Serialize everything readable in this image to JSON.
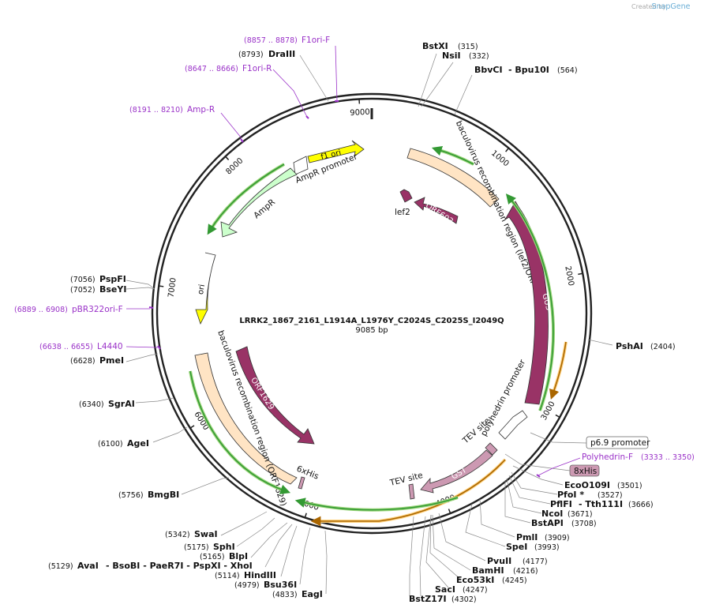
{
  "credit": {
    "prefix": "Created by",
    "brand": "SnapGene"
  },
  "plasmid": {
    "name": "LRRK2_1867_2161_L1914A_L1976Y_C2024S_C2025S_I2049Q",
    "size_label": "9085 bp",
    "length": 9085
  },
  "ticks": [
    {
      "bp": 1000,
      "label": "1000"
    },
    {
      "bp": 2000,
      "label": "2000"
    },
    {
      "bp": 3000,
      "label": "3000"
    },
    {
      "bp": 4000,
      "label": "4000"
    },
    {
      "bp": 5000,
      "label": "5000"
    },
    {
      "bp": 6000,
      "label": "6000"
    },
    {
      "bp": 7000,
      "label": "7000"
    },
    {
      "bp": 8000,
      "label": "8000"
    },
    {
      "bp": 9000,
      "label": "9000"
    }
  ],
  "sites": [
    {
      "name": "BstXI",
      "pos": "(315)"
    },
    {
      "name": "NsiI",
      "pos": "(332)"
    },
    {
      "name": "BbvCI",
      "extra": "- Bpu10I",
      "pos": "(564)"
    },
    {
      "name": "PshAI",
      "pos": "(2404)"
    },
    {
      "name": "EcoO109I",
      "pos": "(3501)"
    },
    {
      "name": "PfoI *",
      "pos": "(3527)"
    },
    {
      "name": "PflFI",
      "extra": "- Tth111I",
      "pos": "(3666)"
    },
    {
      "name": "NcoI",
      "pos": "(3671)"
    },
    {
      "name": "BstAPI",
      "pos": "(3708)"
    },
    {
      "name": "PmlI",
      "pos": "(3909)"
    },
    {
      "name": "SpeI",
      "pos": "(3993)"
    },
    {
      "name": "PvuII",
      "pos": "(4177)"
    },
    {
      "name": "BamHI",
      "pos": "(4216)"
    },
    {
      "name": "Eco53kI",
      "pos": "(4245)"
    },
    {
      "name": "SacI",
      "pos": "(4247)"
    },
    {
      "name": "BstZ17I",
      "pos": "(4302)"
    },
    {
      "name": "EagI",
      "pos": "(4833)"
    },
    {
      "name": "Bsu36I",
      "pos": "(4979)"
    },
    {
      "name": "HindIII",
      "pos": "(5114)"
    },
    {
      "name": "AvaI",
      "extra": "- BsoBI - PaeR7I - PspXI - XhoI",
      "pos": "(5129)"
    },
    {
      "name": "BlpI",
      "pos": "(5165)"
    },
    {
      "name": "SphI",
      "pos": "(5175)"
    },
    {
      "name": "SwaI",
      "pos": "(5342)"
    },
    {
      "name": "BmgBI",
      "pos": "(5756)"
    },
    {
      "name": "AgeI",
      "pos": "(6100)"
    },
    {
      "name": "SgrAI",
      "pos": "(6340)"
    },
    {
      "name": "PmeI",
      "pos": "(6628)"
    },
    {
      "name": "BseYI",
      "pos": "(7052)"
    },
    {
      "name": "PspFI",
      "pos": "(7056)"
    },
    {
      "name": "DraIII",
      "pos": "(8793)"
    }
  ],
  "primers": [
    {
      "name": "F1ori-F",
      "range": "(8857 .. 8878)"
    },
    {
      "name": "F1ori-R",
      "range": "(8647 .. 8666)"
    },
    {
      "name": "Amp-R",
      "range": "(8191 .. 8210)"
    },
    {
      "name": "pBR322ori-F",
      "range": "(6889 .. 6908)"
    },
    {
      "name": "L4440",
      "range": "(6638 .. 6655)"
    },
    {
      "name": "Polyhedrin-F",
      "range": "(3333 .. 3350)"
    }
  ],
  "features": {
    "f1_ori": "f1 ori",
    "ampr_promoter": "AmpR promoter",
    "ampr": "AmpR",
    "ori": "ori",
    "bac_rec_lef2": "baculovirus recombination region (lef2/ORF603)",
    "lef2": "lef2",
    "orf603": "ORF603",
    "gus": "GUS",
    "polyhedrin_promoter": "polyhedrin promoter",
    "tev_site_1": "TEV site",
    "p69_promoter": "p6.9 promoter",
    "his8": "8xHis",
    "gst": "GST",
    "tev_site_2": "TEV site",
    "his6": "6xHis",
    "bac_rec_orf1629": "baculovirus recombination region (ORF1629)",
    "orf1629": "ORF1629"
  },
  "colors": {
    "f1_ori": "#ffff00",
    "ampr": "#ccffcc",
    "ori": "#ffff00",
    "recombination": "#ffe4c4",
    "orf": "#993366",
    "gst": "#cc99b2",
    "tev": "#cc99b2",
    "primer": "#9a32c8",
    "orf_track": "#339933",
    "cds_track": "#cc8800"
  }
}
